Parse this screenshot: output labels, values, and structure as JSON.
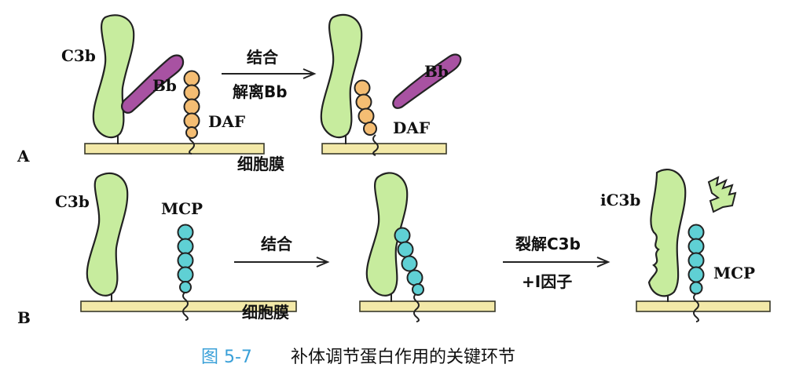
{
  "rowA": {
    "label": "A",
    "c3b": "C3b",
    "bb": "Bb",
    "daf": "DAF",
    "bb_after": "Bb",
    "daf_after": "DAF",
    "membrane": "细胞膜",
    "arrow_top": "结合",
    "arrow_bottom": "解离Bb"
  },
  "rowB": {
    "label": "B",
    "c3b": "C3b",
    "mcp": "MCP",
    "membrane": "细胞膜",
    "arrow1_top": "结合",
    "arrow2_top": "裂解C3b",
    "arrow2_bottom": "+I因子",
    "ic3b": "iC3b",
    "mcp_after": "MCP"
  },
  "caption": {
    "number": "图 5-7",
    "text": "补体调节蛋白作用的关键环节"
  },
  "colors": {
    "c3b": "#c7ec9e",
    "bb": "#a852a2",
    "daf": "#f4bd73",
    "mcp": "#5fd0d4",
    "membrane": "#f3e9a8",
    "caption_number": "#3aa0d8"
  }
}
